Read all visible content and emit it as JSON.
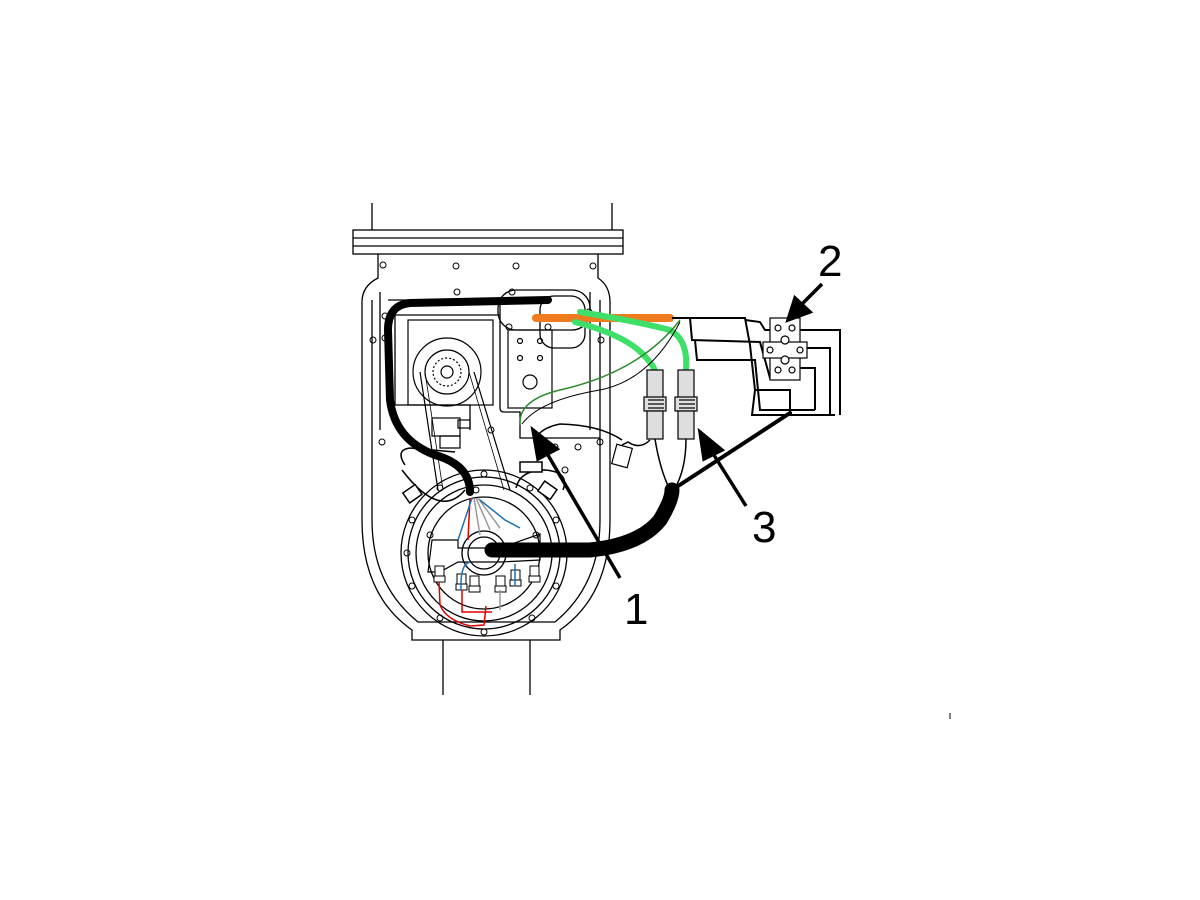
{
  "figure": {
    "callouts": [
      {
        "id": "1",
        "label": "1"
      },
      {
        "id": "2",
        "label": "2"
      },
      {
        "id": "3",
        "label": "3"
      }
    ],
    "colors": {
      "line": "#000000",
      "cable_orange": "#f07a1e",
      "cable_green": "#3ee06a",
      "wire_red": "#e00000",
      "wire_blue": "#1e6fb5",
      "wire_green_dark": "#2c8a2c",
      "wire_gray": "#9a9a9a",
      "connector_fill": "#dedede"
    }
  }
}
